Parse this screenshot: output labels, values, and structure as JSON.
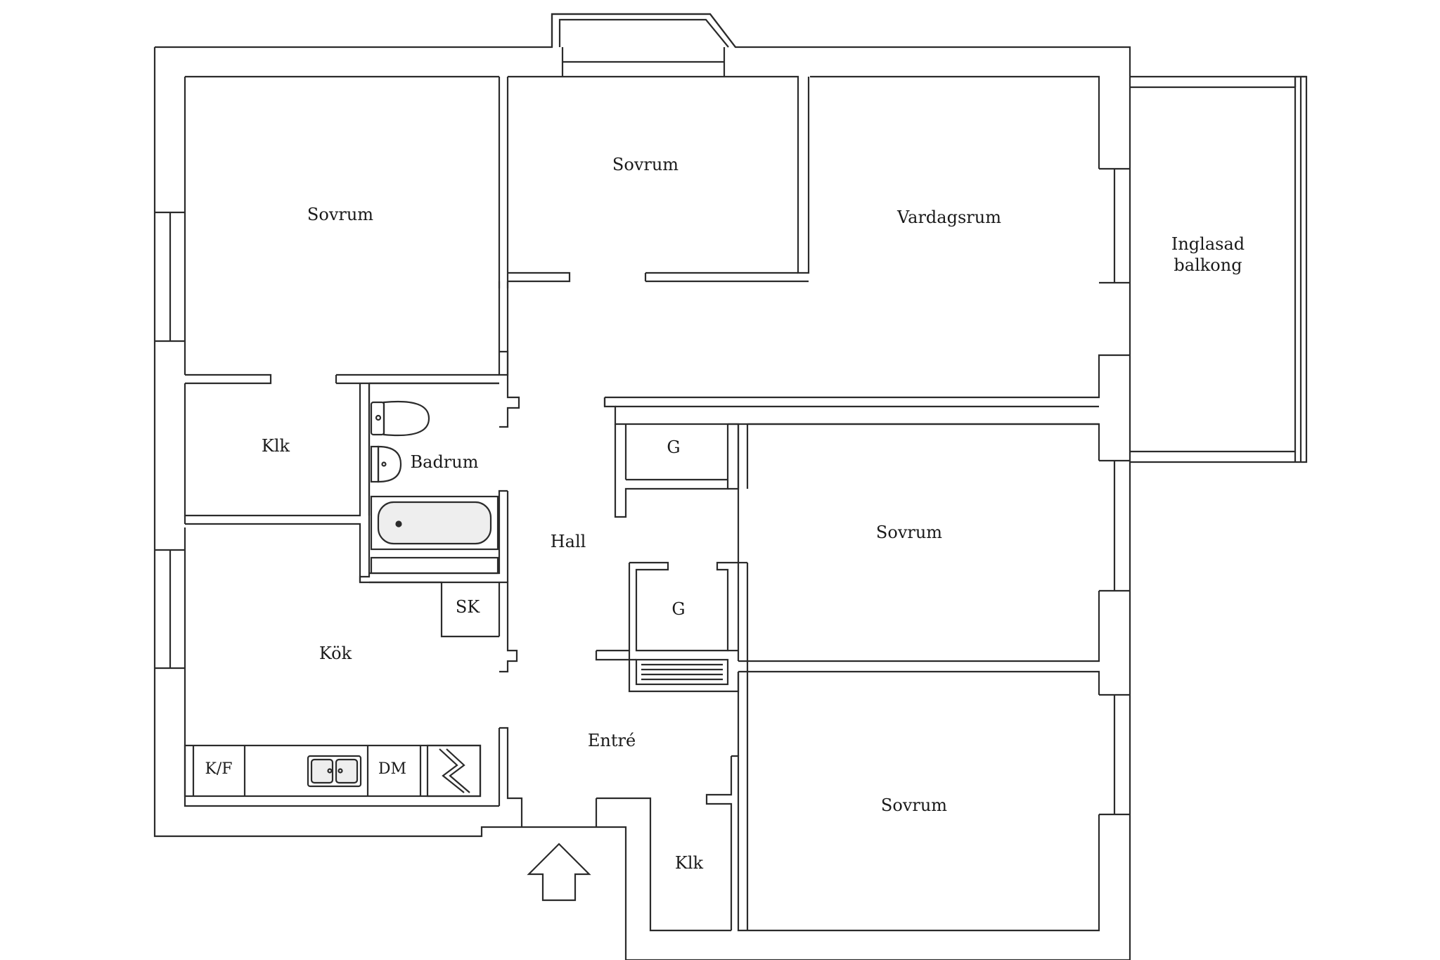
{
  "rooms": {
    "bedroom_top_left": "Sovrum",
    "bedroom_top_middle": "Sovrum",
    "living_room": "Vardagsrum",
    "balcony_line1": "Inglasad",
    "balcony_line2": "balkong",
    "closet_left": "Klk",
    "bathroom": "Badrum",
    "hall": "Hall",
    "wardrobe_upper": "G",
    "bedroom_middle_right": "Sovrum",
    "wardrobe_lower": "G",
    "storage_closet": "SK",
    "kitchen": "Kök",
    "entrance": "Entré",
    "bedroom_bottom_right": "Sovrum",
    "closet_bottom": "Klk"
  },
  "kitchen": {
    "fridge_freezer": "K/F",
    "dishwasher": "DM"
  },
  "symbols": {
    "entrance_arrow": "up-arrow-icon",
    "stove": "stove-icon",
    "sink": "double-sink-icon",
    "toilet": "toilet-icon",
    "washbasin": "washbasin-icon",
    "bathtub": "bathtub-icon",
    "radiator": "radiator-icon"
  },
  "colors": {
    "wall_stroke": "#2b2b2b",
    "background": "#ffffff",
    "fixture_fill": "#eeeeee"
  }
}
